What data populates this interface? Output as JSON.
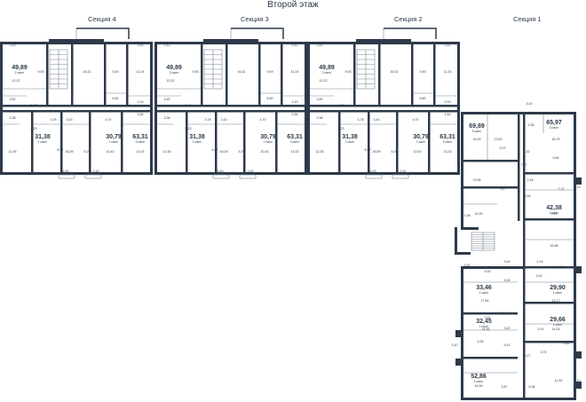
{
  "title": "Второй этаж",
  "sections": [
    "Секция 4",
    "Секция 3",
    "Секция 2",
    "Секция 1"
  ],
  "colors": {
    "wall": "#2d3a4a",
    "thin": "#7a8694",
    "text": "#2d3a4a",
    "background": "#ffffff"
  },
  "unit_type_label": "1 комн.",
  "wing_units": [
    {
      "area": "49,89",
      "rooms": "2 комн."
    },
    {
      "area": "31,38",
      "rooms": "1 комн."
    },
    {
      "area": "30,79",
      "rooms": "1 комн."
    },
    {
      "area": "63,31",
      "rooms": "3 комн."
    }
  ],
  "wing_rooms": [
    "2,43",
    "9,93",
    "12,22",
    "3,50",
    "8,40",
    "16,31",
    "9,49",
    "11,24",
    "2,42",
    "8,80",
    "3,19",
    "1,64",
    "3,78",
    "3,43",
    "4,70",
    "5,23",
    "3,38",
    "12,35",
    "16,09",
    "8,97",
    "5,29",
    "10,43",
    "13,33",
    "2,42",
    "2,43"
  ],
  "s1_units": [
    {
      "area": "69,89",
      "rooms": "3 комн."
    },
    {
      "area": "65,97",
      "rooms": "3 комн."
    },
    {
      "area": "42,38",
      "rooms": "1 комн."
    },
    {
      "area": "33,46",
      "rooms": "1 комн."
    },
    {
      "area": "29,90",
      "rooms": "1 комн."
    },
    {
      "area": "32,45",
      "rooms": "1 комн."
    },
    {
      "area": "29,66",
      "rooms": "1 комн."
    },
    {
      "area": "52,86",
      "rooms": "2 комн."
    }
  ],
  "s1_rooms": [
    "3,10",
    "9,36",
    "16,29",
    "13,61",
    "16,75",
    "2,32",
    "7,37",
    "9,64",
    "2,07",
    "13,96",
    "9,1",
    "2,48",
    "7,12",
    "3,10",
    "1,98",
    "10,39",
    "6,94",
    "9,91",
    "16,98",
    "3,10",
    "4,50",
    "3,49",
    "2,16",
    "4,38",
    "6,34",
    "3,04",
    "3,10",
    "17,84",
    "3,16",
    "14,17",
    "2,62",
    "3,40",
    "14,36",
    "2,01",
    "14,04",
    "3,10",
    "9,35",
    "5,41",
    "3,75",
    "3,42",
    "10,27",
    "3,10",
    "16,39",
    "3,87",
    "6,38",
    "12,40",
    "3,10"
  ]
}
